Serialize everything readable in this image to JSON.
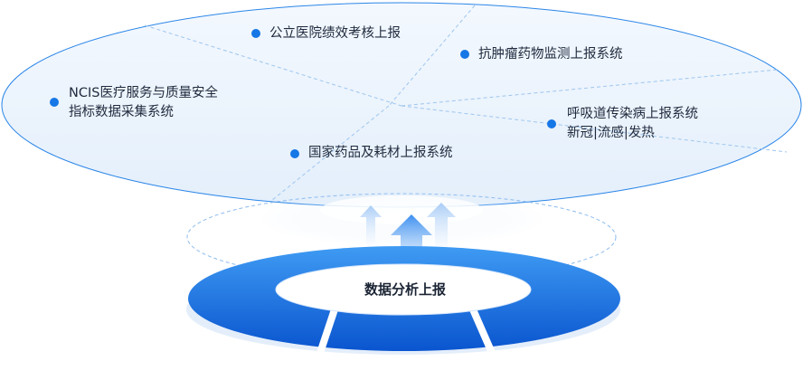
{
  "center": {
    "label": "数据分析上报"
  },
  "systems": [
    {
      "line1": "公立医院绩效考核上报",
      "line2": ""
    },
    {
      "line1": "抗肿瘤药物监测上报系统",
      "line2": ""
    },
    {
      "line1": "NCIS医疗服务与质量安全",
      "line2": "指标数据采集系统"
    },
    {
      "line1": "呼吸道传染病上报系统",
      "line2": "新冠|流感|发热"
    },
    {
      "line1": "国家药品及耗材上报系统",
      "line2": ""
    }
  ],
  "colors": {
    "accent": "#1677e6",
    "ellipse_fill": "#e9f2fc",
    "ellipse_stroke": "#2b86e8",
    "ring_dark": "#0d5fd6",
    "ring_light": "#3d98f2"
  }
}
